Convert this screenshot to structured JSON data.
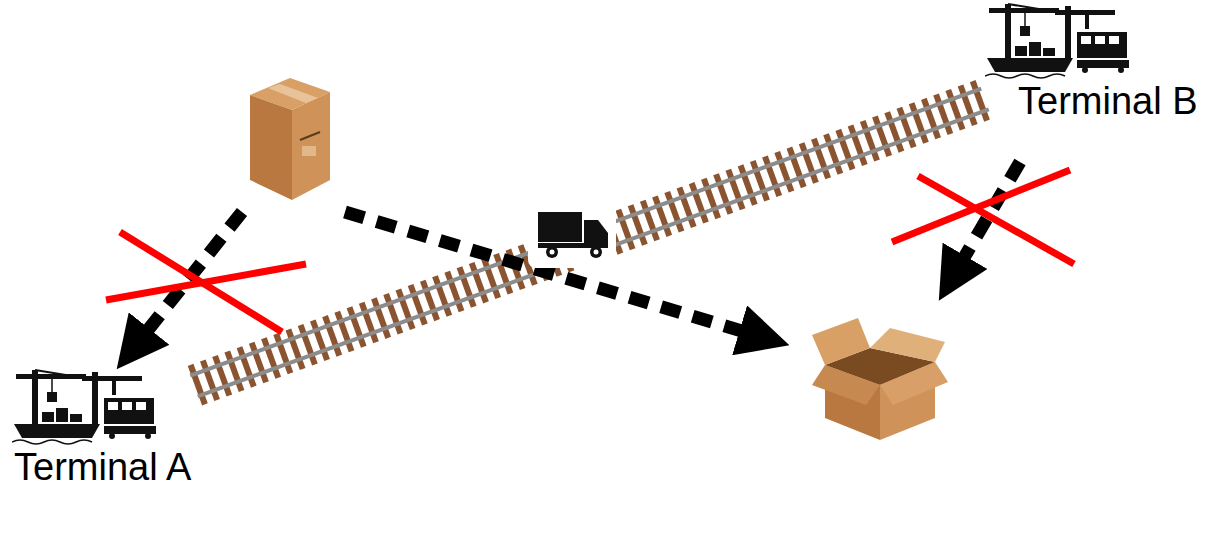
{
  "diagram": {
    "nodes": [
      {
        "text": [
          "Terminal B"
        ]
      },
      {
        "text": [
          "Terminal A"
        ]
      }
    ],
    "edges": [
      {
        "from": 1,
        "to": 0,
        "arrow": "none"
      }
    ]
  }
}
